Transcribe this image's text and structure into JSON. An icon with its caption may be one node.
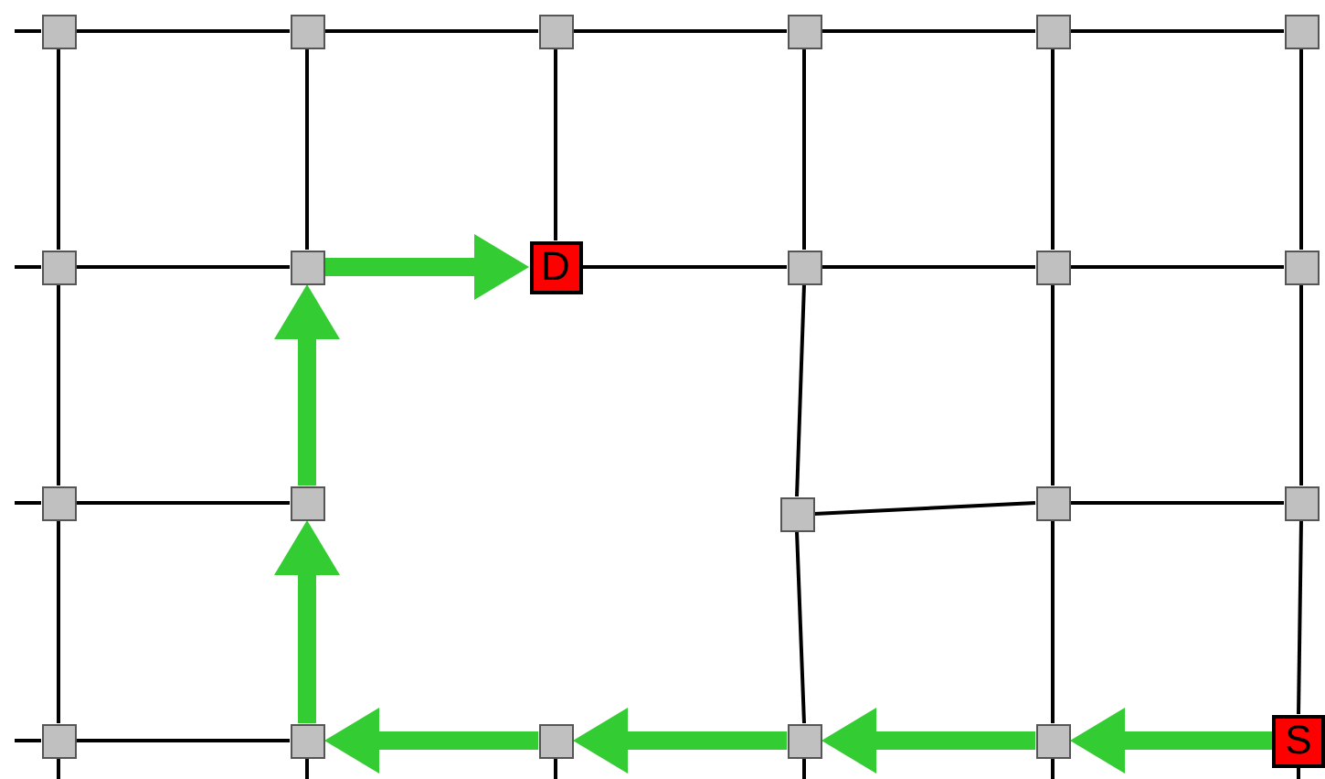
{
  "diagram": {
    "nodes": [
      {
        "text": [],
        "shape": "box"
      },
      {
        "text": [],
        "shape": "box"
      },
      {
        "text": [],
        "shape": "box"
      },
      {
        "text": [],
        "shape": "box"
      },
      {
        "text": [],
        "shape": "box"
      },
      {
        "text": [],
        "shape": "box"
      },
      {
        "text": [],
        "shape": "box"
      },
      {
        "text": [],
        "shape": "box"
      },
      {
        "text": [
          "D"
        ]
      },
      {
        "text": [],
        "shape": "box"
      },
      {
        "text": [],
        "shape": "box"
      },
      {
        "text": [],
        "shape": "box"
      },
      {
        "text": [],
        "shape": "box"
      },
      {
        "text": [],
        "shape": "box"
      },
      {
        "text": [],
        "shape": "box"
      },
      {
        "text": [],
        "shape": "box"
      },
      {
        "text": [],
        "shape": "box"
      },
      {
        "text": [],
        "shape": "box"
      },
      {
        "text": [],
        "shape": "box"
      },
      {
        "text": [],
        "shape": "box"
      },
      {
        "text": [],
        "shape": "box"
      },
      {
        "text": [],
        "shape": "box"
      },
      {
        "text": [
          "S"
        ]
      }
    ],
    "edges": [
      {
        "from": 0,
        "to": 1,
        "arrow": "none"
      },
      {
        "from": 1,
        "to": 2,
        "arrow": "none"
      },
      {
        "from": 2,
        "to": 3,
        "arrow": "none"
      },
      {
        "from": 3,
        "to": 4,
        "arrow": "none"
      },
      {
        "from": 4,
        "to": 5,
        "arrow": "none"
      },
      {
        "from": 0,
        "to": 6,
        "arrow": "none"
      },
      {
        "from": 1,
        "to": 7,
        "arrow": "none"
      },
      {
        "from": 2,
        "to": 8,
        "arrow": "none"
      },
      {
        "from": 3,
        "to": 9,
        "arrow": "none"
      },
      {
        "from": 4,
        "to": 10,
        "arrow": "none"
      },
      {
        "from": 5,
        "to": 11,
        "arrow": "none"
      },
      {
        "from": 6,
        "to": 7,
        "arrow": "none"
      },
      {
        "from": 8,
        "to": 9,
        "arrow": "none"
      },
      {
        "from": 9,
        "to": 10,
        "arrow": "none"
      },
      {
        "from": 10,
        "to": 11,
        "arrow": "none"
      },
      {
        "from": 6,
        "to": 12,
        "arrow": "none"
      },
      {
        "from": 9,
        "to": 14,
        "arrow": "none"
      },
      {
        "from": 10,
        "to": 15,
        "arrow": "none"
      },
      {
        "from": 11,
        "to": 16,
        "arrow": "none"
      },
      {
        "from": 12,
        "to": 13,
        "arrow": "none"
      },
      {
        "from": 14,
        "to": 15,
        "arrow": "none"
      },
      {
        "from": 15,
        "to": 16,
        "arrow": "none"
      },
      {
        "from": 12,
        "to": 17,
        "arrow": "none"
      },
      {
        "from": 14,
        "to": 20,
        "arrow": "none"
      },
      {
        "from": 15,
        "to": 21,
        "arrow": "none"
      },
      {
        "from": 16,
        "to": 22,
        "arrow": "none"
      },
      {
        "from": 17,
        "to": 18,
        "arrow": "none"
      },
      {
        "from": null,
        "to": 0,
        "arrow": "none"
      },
      {
        "from": null,
        "to": 6,
        "arrow": "none"
      },
      {
        "from": null,
        "to": 12,
        "arrow": "none"
      },
      {
        "from": null,
        "to": 17,
        "arrow": "none"
      },
      {
        "from": 17,
        "to": null,
        "arrow": "none"
      },
      {
        "from": 18,
        "to": null,
        "arrow": "none"
      },
      {
        "from": 19,
        "to": null,
        "arrow": "none"
      },
      {
        "from": 20,
        "to": null,
        "arrow": "none"
      },
      {
        "from": 21,
        "to": null,
        "arrow": "none"
      },
      {
        "from": 22,
        "to": null,
        "arrow": "none"
      },
      {
        "from": 22,
        "to": 21,
        "arrow": "to",
        "style": "thick",
        "color": "#33cc33"
      },
      {
        "from": 21,
        "to": 20,
        "arrow": "to",
        "style": "thick",
        "color": "#33cc33"
      },
      {
        "from": 20,
        "to": 19,
        "arrow": "to",
        "style": "thick",
        "color": "#33cc33"
      },
      {
        "from": 19,
        "to": 18,
        "arrow": "to",
        "style": "thick",
        "color": "#33cc33"
      },
      {
        "from": 18,
        "to": 13,
        "arrow": "to",
        "style": "thick",
        "color": "#33cc33"
      },
      {
        "from": 13,
        "to": 7,
        "arrow": "to",
        "style": "thick",
        "color": "#33cc33"
      },
      {
        "from": 7,
        "to": 8,
        "arrow": "to",
        "style": "thick",
        "color": "#33cc33"
      }
    ]
  }
}
